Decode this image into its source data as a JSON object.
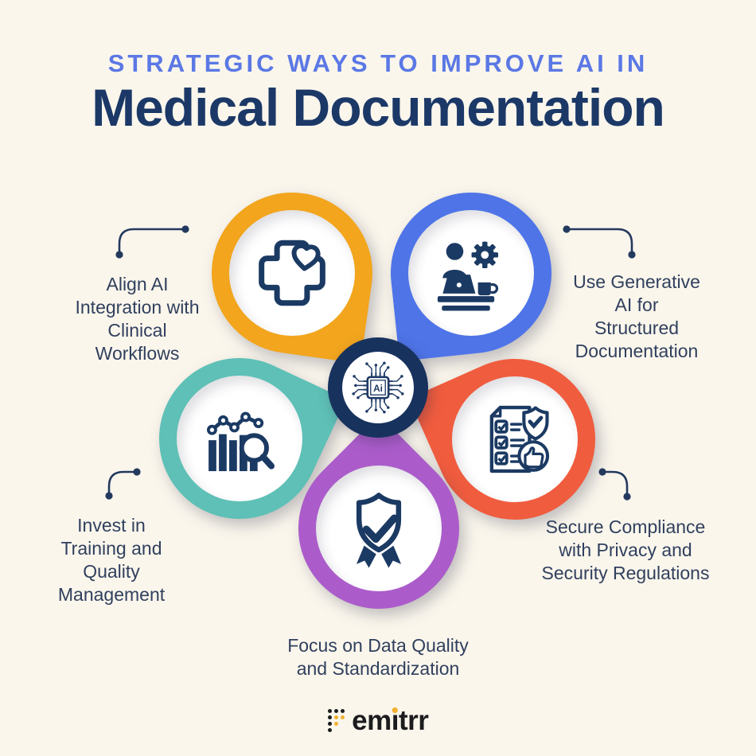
{
  "page": {
    "background": "#FAF6EC"
  },
  "header": {
    "eyebrow": "STRATEGIC WAYS TO IMPROVE AI IN",
    "title": "Medical Documentation"
  },
  "center": {
    "chip_label": "Ai"
  },
  "items": [
    {
      "id": "clinical-workflows",
      "position": "top-left",
      "ring_color": "#F2A51D",
      "icon": "medical-cross-heart-icon",
      "label": "Align AI Integration with Clinical Workflows",
      "lines": [
        "Align AI",
        "Integration with",
        "Clinical",
        "Workflows"
      ]
    },
    {
      "id": "generative-ai",
      "position": "top-right",
      "ring_color": "#4E74E8",
      "icon": "person-laptop-gear-icon",
      "label": "Use Generative AI for Structured Documentation",
      "lines": [
        "Use Generative",
        "AI for",
        "Structured",
        "Documentation"
      ]
    },
    {
      "id": "training-quality",
      "position": "mid-left",
      "ring_color": "#5EC0B6",
      "icon": "analytics-magnifier-icon",
      "label": "Invest in Training and Quality Management",
      "lines": [
        "Invest in",
        "Training and",
        "Quality",
        "Management"
      ]
    },
    {
      "id": "compliance",
      "position": "mid-right",
      "ring_color": "#F05C3E",
      "icon": "checklist-shield-thumb-icon",
      "label": "Secure Compliance with Privacy and Security Regulations",
      "lines": [
        "Secure Compliance",
        "with Privacy and",
        "Security Regulations"
      ]
    },
    {
      "id": "data-quality",
      "position": "bottom",
      "ring_color": "#AB5CCA",
      "icon": "shield-check-ribbon-icon",
      "label": "Focus on Data Quality and Standardization",
      "lines": [
        "Focus on Data Quality",
        "and Standardization"
      ]
    }
  ],
  "logo": {
    "text": "emitrr",
    "prefix": "em",
    "dotless_i": "ı",
    "suffix": "trr",
    "dot_color": "#F2B02E",
    "text_color": "#1C1C1E"
  },
  "colors": {
    "eyebrow": "#5B78E5",
    "title": "#1B3867",
    "label_text": "#31405E",
    "icon_navy": "#1B3A63",
    "center_ring": "#18325E",
    "connector": "#24395E"
  }
}
